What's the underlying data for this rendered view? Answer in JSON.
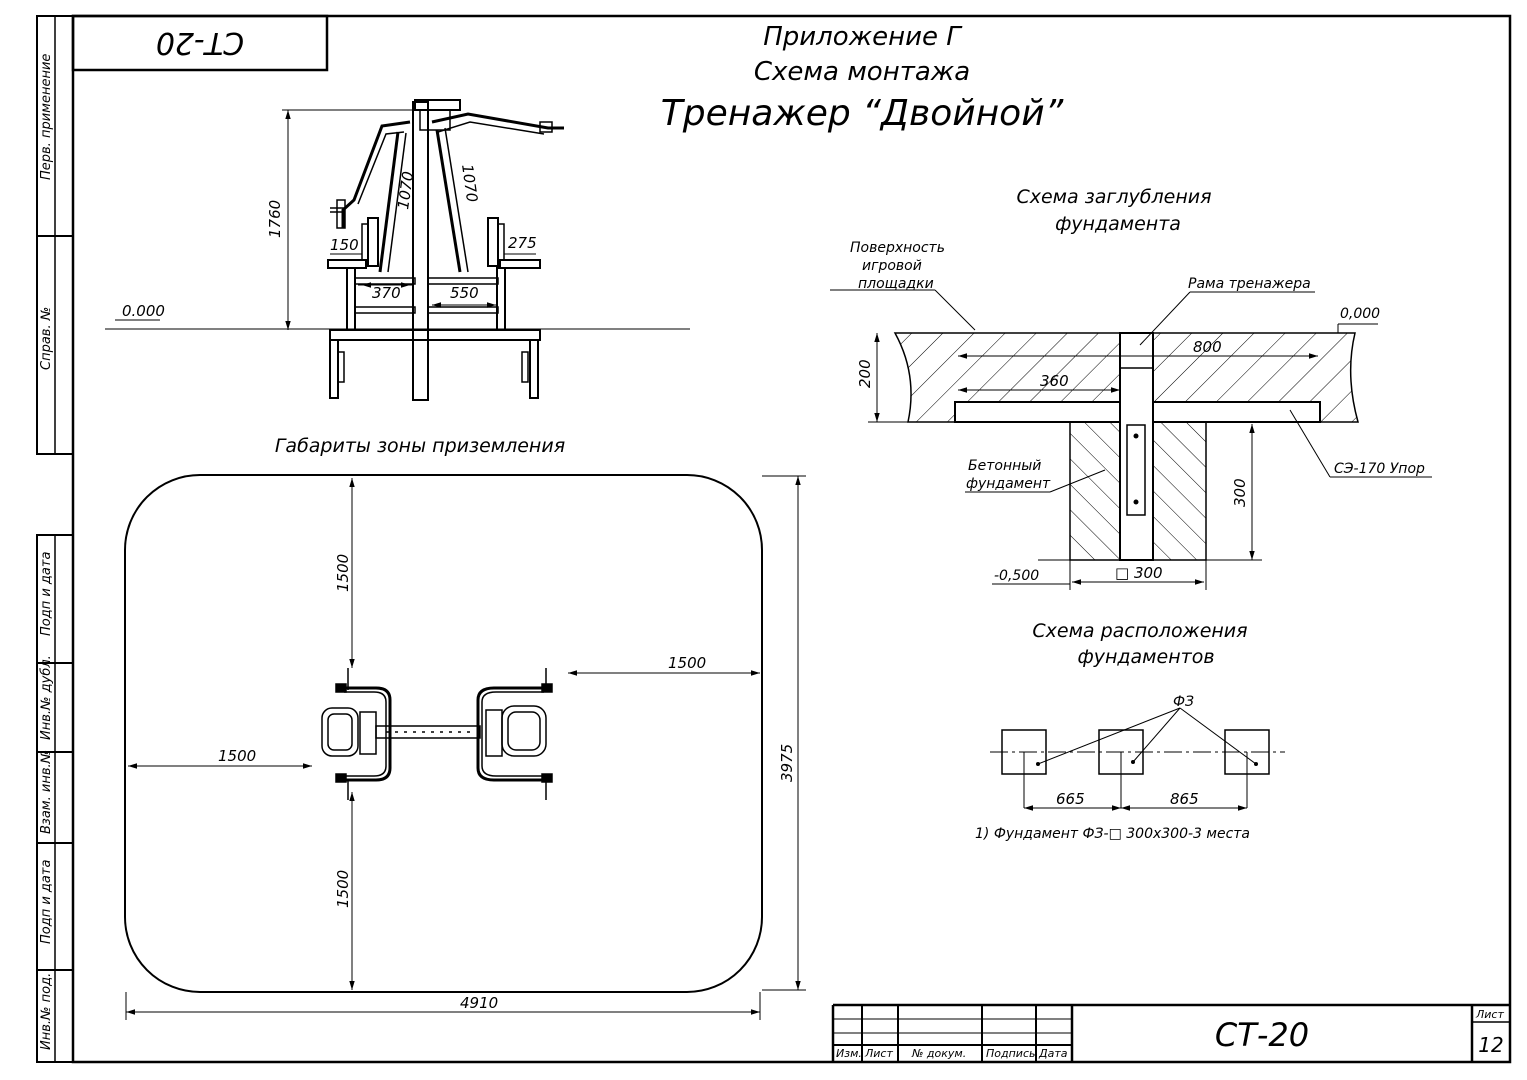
{
  "header": {
    "stamp_code": "СТ-20",
    "appendix": "Приложение Г",
    "scheme_title": "Схема монтажа",
    "product_title": "Тренажер “Двойной”"
  },
  "side_stamp": {
    "first_use": "Перв. применение",
    "ref_no": "Справ. №",
    "sign_date_1": "Подп и дата",
    "dup_inv": "Инв.№ дубл.",
    "inv_replace": "Взам. инв.№",
    "sign_date_2": "Подп и дата",
    "orig_inv": "Инв.№ под."
  },
  "front_view": {
    "level_label": "0.000",
    "height": "1760",
    "arm_left": "1070",
    "arm_right": "1070",
    "seat_left": "150",
    "seat_right": "275",
    "bay_left": "370",
    "bay_right": "550"
  },
  "landing_zone": {
    "title": "Габариты зоны приземления",
    "top_dim": "1500",
    "right_dim": "1500",
    "left_dim": "1500",
    "bottom_dim": "1500",
    "height_dim": "3975",
    "width_dim": "4910"
  },
  "foundation_depth": {
    "title_line1": "Схема заглубления",
    "title_line2": "фундамента",
    "surface_line1": "Поверхность",
    "surface_line2": "игровой",
    "surface_line3": "площадки",
    "frame_label": "Рама тренажера",
    "level_zero": "0,000",
    "dim_200": "200",
    "dim_800": "800",
    "dim_360": "360",
    "concrete_line1": "Бетонный",
    "concrete_line2": "фундамент",
    "stop_label": "СЭ-170 Упор",
    "dim_300": "300",
    "level_minus": "-0,500",
    "square_300": "□ 300"
  },
  "foundation_layout": {
    "title_line1": "Схема расположения",
    "title_line2": "фундаментов",
    "marker": "ФЗ",
    "dim_665": "665",
    "dim_865": "865",
    "note": "1) Фундамент ФЗ-□ 300х300-3 места"
  },
  "title_block": {
    "col_izm": "Изм.",
    "col_list": "Лист",
    "col_doc": "№ докум.",
    "col_sign": "Подпись",
    "col_date": "Дата",
    "code": "СТ-20",
    "sheet_label": "Лист",
    "sheet_number": "12"
  }
}
